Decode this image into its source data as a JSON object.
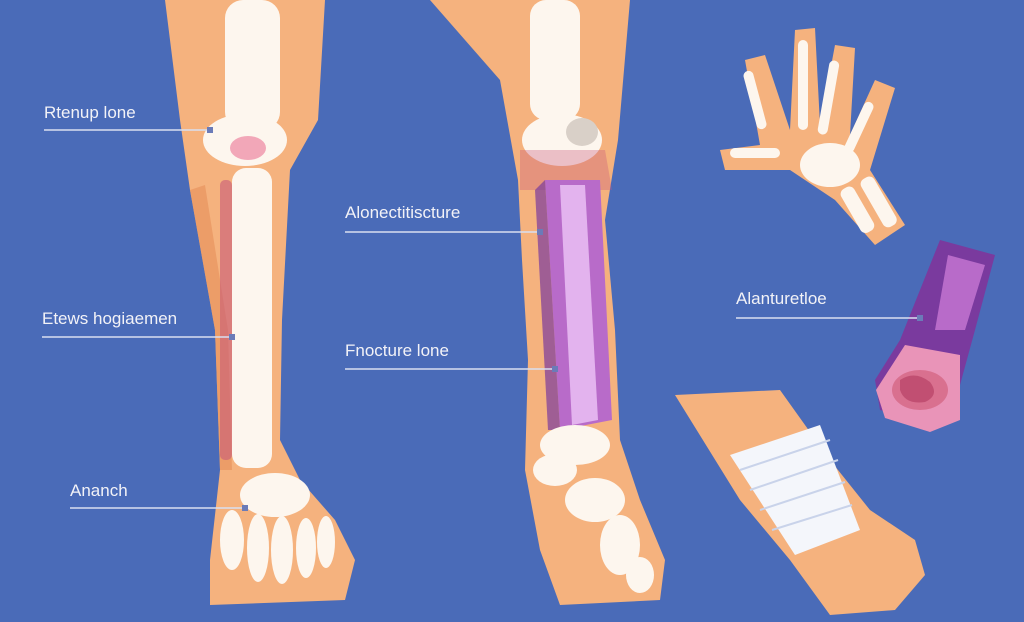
{
  "background_color": "#4a6bb8",
  "colors": {
    "skin": "#f5b27e",
    "skin_dark": "#e8945f",
    "bone": "#fdf6ee",
    "fracture": "#b86bc9",
    "fracture_dark": "#7a3a9e",
    "tissue_pink": "#e994b8",
    "leader_line": "#d9dff0",
    "bandage": "#f4f6fb"
  },
  "labels": [
    {
      "id": "lbl-1",
      "text": "Rtenup lone"
    },
    {
      "id": "lbl-2",
      "text": "Alonectitiscture"
    },
    {
      "id": "lbl-3",
      "text": "Etews hogiaemen"
    },
    {
      "id": "lbl-4",
      "text": "Fnocture lone"
    },
    {
      "id": "lbl-5",
      "text": "Ananch"
    },
    {
      "id": "lbl-6",
      "text": "Alanturetloe"
    }
  ],
  "icons": [
    "leg-with-bones",
    "leg-with-fracture",
    "hand-bones",
    "bone-cross-section",
    "bandaged-wrist"
  ]
}
